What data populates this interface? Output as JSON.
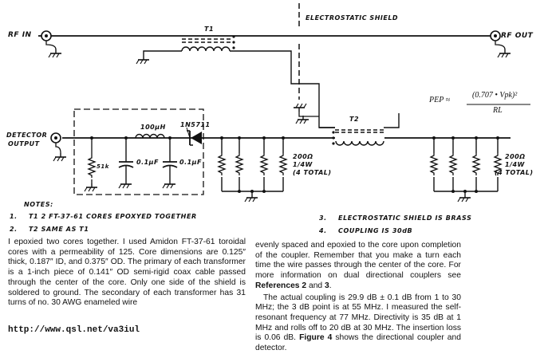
{
  "schematic": {
    "ports": {
      "rf_in": "RF IN",
      "rf_out": "RF OUT",
      "detector_output_line1": "DETECTOR",
      "detector_output_line2": "OUTPUT"
    },
    "shield_label": "ELECTROSTATIC SHIELD",
    "transformers": {
      "t1": "T1",
      "t2": "T2"
    },
    "components": {
      "r_51k": "51k",
      "l_100uh": "100μH",
      "diode": "1N5711",
      "c1": "0.1μF",
      "c2": "0.1μF",
      "r_left_value": "200Ω",
      "r_left_rating": "1/4W",
      "r_left_total": "(4 TOTAL)",
      "r_right_value": "200Ω",
      "r_right_rating": "1/4W",
      "r_right_total": "(4 TOTAL)"
    },
    "equation": {
      "lhs": "PEP ≈",
      "numerator": "(0.707 • Vpk)²",
      "denominator": "RL"
    },
    "notes": {
      "heading": "NOTES:",
      "items": [
        {
          "num": "1.",
          "text": "T1  2 FT-37-61 CORES EPOXYED TOGETHER"
        },
        {
          "num": "2.",
          "text": "T2  SAME AS T1"
        },
        {
          "num": "3.",
          "text": "ELECTROSTATIC SHIELD IS BRASS"
        },
        {
          "num": "4.",
          "text": "COUPLING IS 30dB"
        }
      ]
    }
  },
  "article": {
    "left_column": "I epoxied two cores together. I used Amidon FT-37-61 toroidal cores with a permeability of 125. Core dimensions are 0.125″ thick, 0.187″ ID, and 0.375″ OD. The primary of each transformer is a 1-inch piece of 0.141″ OD semi-rigid coax cable passed through the center of the core. Only one side of the shield is soldered to ground. The secondary of each transformer has 31 turns of no. 30 AWG enameled wire",
    "right_p1_a": "evenly spaced and epoxied to the core upon completion of the coupler. Remember that you make a turn each time the wire passes through the center of the core. For more information on dual directional couplers see ",
    "right_p1_ref": "References 2",
    "right_p1_and": " and ",
    "right_p1_ref3": "3",
    "right_p1_end": ".",
    "right_p2_a": "The actual coupling is 29.9 dB ± 0.1 dB from 1 to 30 MHz; the 3 dB point is at 55 MHz. I measured the self-resonant frequency at 77 MHz. Directivity is 35 dB at 1 MHz and rolls off to 20 dB at 30 MHz. The insertion loss is 0.06 dB. ",
    "right_p2_fig": "Figure 4",
    "right_p2_end": " shows the directional coupler and detector."
  },
  "footer_url": "http://www.qsl.net/va3iul"
}
